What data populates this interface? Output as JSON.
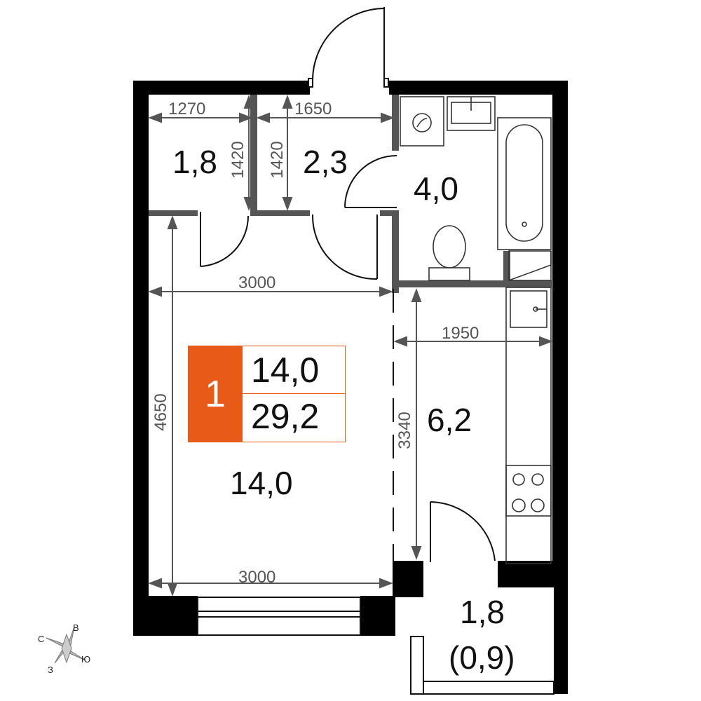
{
  "badge": {
    "rooms": "1",
    "living_area": "14,0",
    "total_area": "29,2",
    "accent_color": "#e85a18"
  },
  "rooms": {
    "closet_left": "1,8",
    "closet_right": "2,3",
    "bathroom": "4,0",
    "living_room": "14,0",
    "kitchen": "6,2",
    "balcony": "1,8",
    "balcony_reduced": "(0,9)"
  },
  "dimensions": {
    "closet_left_width": "1270",
    "closet_right_width": "1650",
    "closet_left_depth": "1420",
    "closet_right_depth": "1420",
    "living_width_top": "3000",
    "living_width_bottom": "3000",
    "living_length": "4650",
    "kitchen_width": "1950",
    "kitchen_length": "3340"
  },
  "compass": {
    "north": "С",
    "east": "В",
    "south": "Ю",
    "west": "З"
  },
  "colors": {
    "wall": "#000000",
    "partition": "#555555",
    "fixture": "#333333"
  }
}
